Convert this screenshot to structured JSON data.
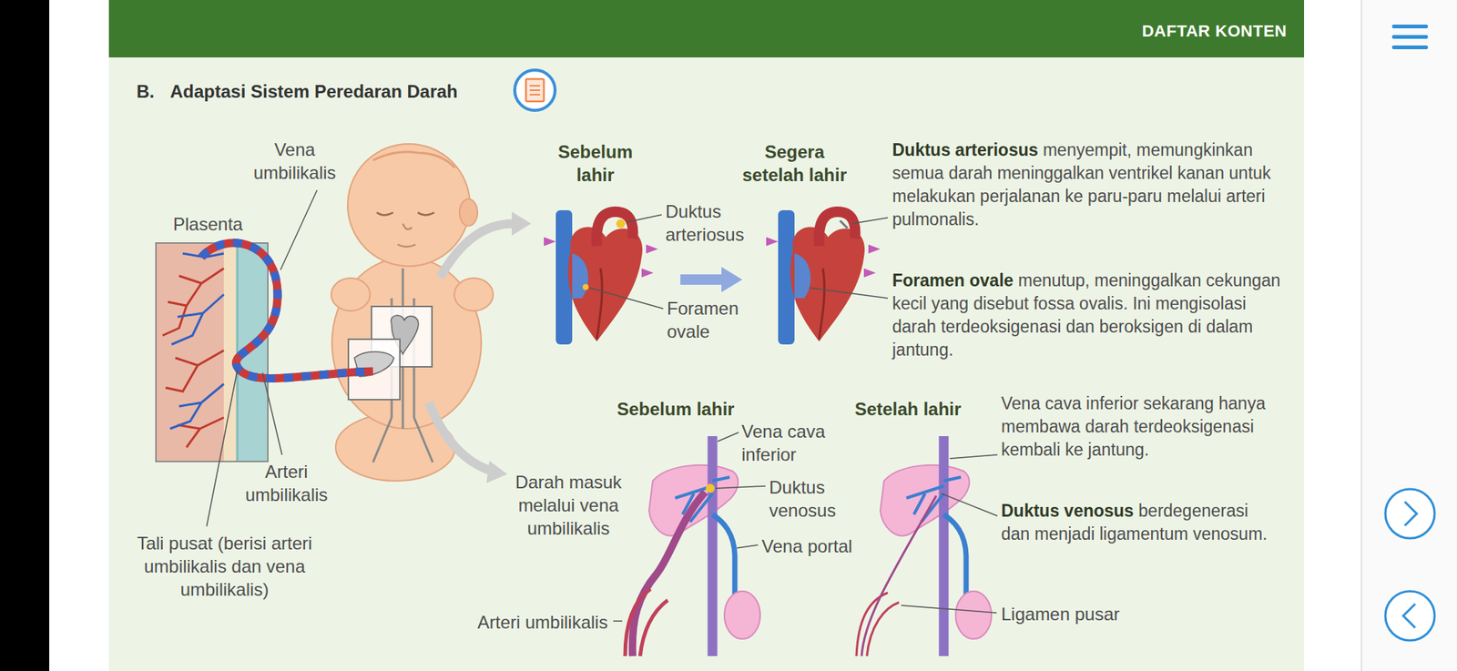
{
  "diagram": {
    "title": "Adaptasi Sistem Peredaran Darah",
    "labels": [
      "DAFTAR KONTEN",
      "B.",
      "Vena umbilikalis",
      "Plasenta",
      "Arteri umbilikalis",
      "Tali pusat (berisi arteri umbilikalis dan vena umbilikalis)",
      "Sebelum lahir",
      "Segera setelah lahir",
      "Duktus arteriosus",
      "Foramen ovale",
      "Duktus arteriosus",
      "menyempit, memungkinkan semua darah meninggalkan ventrikel kanan untuk melakukan perjalanan ke paru-paru melalui arteri pulmonalis.",
      "Foramen ovale",
      "menutup, meninggalkan cekungan kecil yang disebut fossa ovalis. Ini mengisolasi darah terdeoksigenasi dan beroksigen di dalam jantung.",
      "Sebelum lahir",
      "Setelah lahir",
      "Vena cava inferior",
      "Darah masuk melalui vena umbilikalis",
      "Duktus venosus",
      "Vena portal",
      "Arteri umbilikalis",
      "Vena cava inferior sekarang hanya membawa darah terdeoksigenasi kembali ke jantung.",
      "Duktus venosus",
      "berdegenerasi dan menjadi ligamentum venosum.",
      "Ligamen pusar"
    ]
  }
}
